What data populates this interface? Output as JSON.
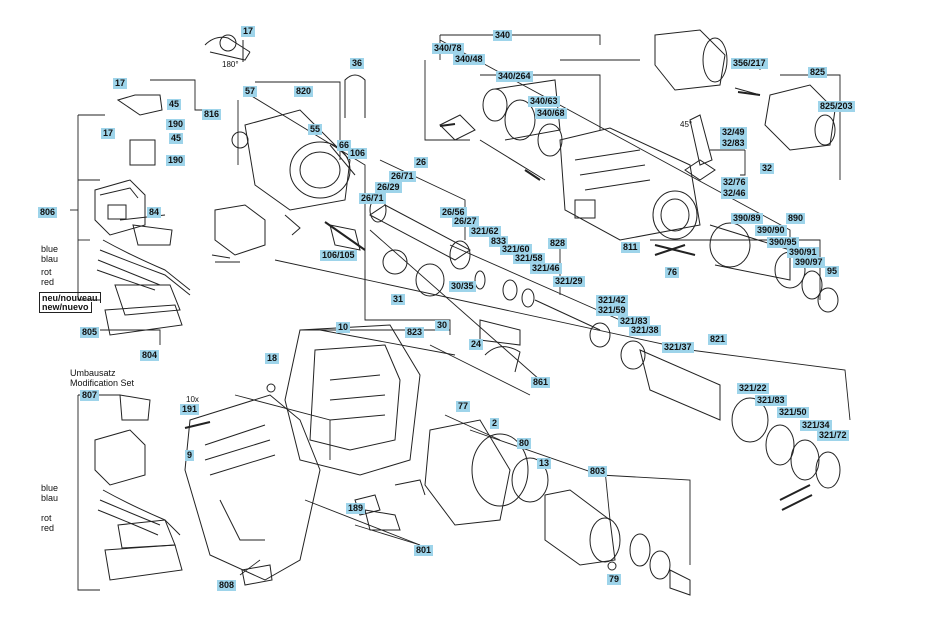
{
  "diagram": {
    "highlight_color": "#9ed4ea",
    "line_color": "#222222",
    "part_labels": [
      {
        "id": "17a",
        "text": "17"
      },
      {
        "id": "36",
        "text": "36"
      },
      {
        "id": "340",
        "text": "340"
      },
      {
        "id": "34078",
        "text": "340/78"
      },
      {
        "id": "34048",
        "text": "340/48"
      },
      {
        "id": "340264",
        "text": "340/264"
      },
      {
        "id": "34063",
        "text": "340/63"
      },
      {
        "id": "34068",
        "text": "340/68"
      },
      {
        "id": "356217",
        "text": "356/217"
      },
      {
        "id": "825",
        "text": "825"
      },
      {
        "id": "825203",
        "text": "825/203"
      },
      {
        "id": "17b",
        "text": "17"
      },
      {
        "id": "45a",
        "text": "45"
      },
      {
        "id": "816",
        "text": "816"
      },
      {
        "id": "17c",
        "text": "17"
      },
      {
        "id": "190a",
        "text": "190"
      },
      {
        "id": "45b",
        "text": "45"
      },
      {
        "id": "190b",
        "text": "190"
      },
      {
        "id": "57",
        "text": "57"
      },
      {
        "id": "820",
        "text": "820"
      },
      {
        "id": "55",
        "text": "55"
      },
      {
        "id": "66",
        "text": "66"
      },
      {
        "id": "106",
        "text": "106"
      },
      {
        "id": "26",
        "text": "26"
      },
      {
        "id": "2671a",
        "text": "26/71"
      },
      {
        "id": "2629",
        "text": "26/29"
      },
      {
        "id": "2671b",
        "text": "26/71"
      },
      {
        "id": "3249",
        "text": "32/49"
      },
      {
        "id": "3283",
        "text": "32/83"
      },
      {
        "id": "32",
        "text": "32"
      },
      {
        "id": "3276",
        "text": "32/76"
      },
      {
        "id": "3246",
        "text": "32/46"
      },
      {
        "id": "806",
        "text": "806"
      },
      {
        "id": "84",
        "text": "84"
      },
      {
        "id": "2656",
        "text": "26/56"
      },
      {
        "id": "2627",
        "text": "26/27"
      },
      {
        "id": "32162",
        "text": "321/62"
      },
      {
        "id": "833",
        "text": "833"
      },
      {
        "id": "32160",
        "text": "321/60"
      },
      {
        "id": "828",
        "text": "828"
      },
      {
        "id": "32158",
        "text": "321/58"
      },
      {
        "id": "32146",
        "text": "321/46"
      },
      {
        "id": "811",
        "text": "811"
      },
      {
        "id": "39089",
        "text": "390/89"
      },
      {
        "id": "890",
        "text": "890"
      },
      {
        "id": "39090",
        "text": "390/90"
      },
      {
        "id": "39095",
        "text": "390/95"
      },
      {
        "id": "39091",
        "text": "390/91"
      },
      {
        "id": "39097",
        "text": "390/97"
      },
      {
        "id": "95",
        "text": "95"
      },
      {
        "id": "106105",
        "text": "106/105"
      },
      {
        "id": "76",
        "text": "76"
      },
      {
        "id": "31",
        "text": "31"
      },
      {
        "id": "3035",
        "text": "30/35"
      },
      {
        "id": "32129",
        "text": "321/29"
      },
      {
        "id": "32142",
        "text": "321/42"
      },
      {
        "id": "32159",
        "text": "321/59"
      },
      {
        "id": "805",
        "text": "805"
      },
      {
        "id": "804",
        "text": "804"
      },
      {
        "id": "30",
        "text": "30"
      },
      {
        "id": "823",
        "text": "823"
      },
      {
        "id": "32183",
        "text": "321/83"
      },
      {
        "id": "32138",
        "text": "321/38"
      },
      {
        "id": "10",
        "text": "10"
      },
      {
        "id": "821",
        "text": "821"
      },
      {
        "id": "24",
        "text": "24"
      },
      {
        "id": "32137",
        "text": "321/37"
      },
      {
        "id": "18",
        "text": "18"
      },
      {
        "id": "861",
        "text": "861"
      },
      {
        "id": "807",
        "text": "807"
      },
      {
        "id": "32122",
        "text": "321/22"
      },
      {
        "id": "32183b",
        "text": "321/83"
      },
      {
        "id": "191",
        "text": "191"
      },
      {
        "id": "77",
        "text": "77"
      },
      {
        "id": "32150",
        "text": "321/50"
      },
      {
        "id": "2",
        "text": "2"
      },
      {
        "id": "32134",
        "text": "321/34"
      },
      {
        "id": "32172",
        "text": "321/72"
      },
      {
        "id": "80",
        "text": "80"
      },
      {
        "id": "9",
        "text": "9"
      },
      {
        "id": "13",
        "text": "13"
      },
      {
        "id": "803",
        "text": "803"
      },
      {
        "id": "189",
        "text": "189"
      },
      {
        "id": "801",
        "text": "801"
      },
      {
        "id": "79",
        "text": "79"
      },
      {
        "id": "808",
        "text": "808"
      }
    ],
    "notes": {
      "blue1": "blue",
      "blau1": "blau",
      "rot1": "rot",
      "red1": "red",
      "new1": "neu/nouveau",
      "new2": "new/nuevo",
      "umbau": "Umbausatz",
      "modset": "Modification Set",
      "blue2": "blue",
      "blau2": "blau",
      "rot2": "rot",
      "red2": "red",
      "angle180": "180°",
      "angle45": "45°",
      "qty10": "10x"
    }
  }
}
